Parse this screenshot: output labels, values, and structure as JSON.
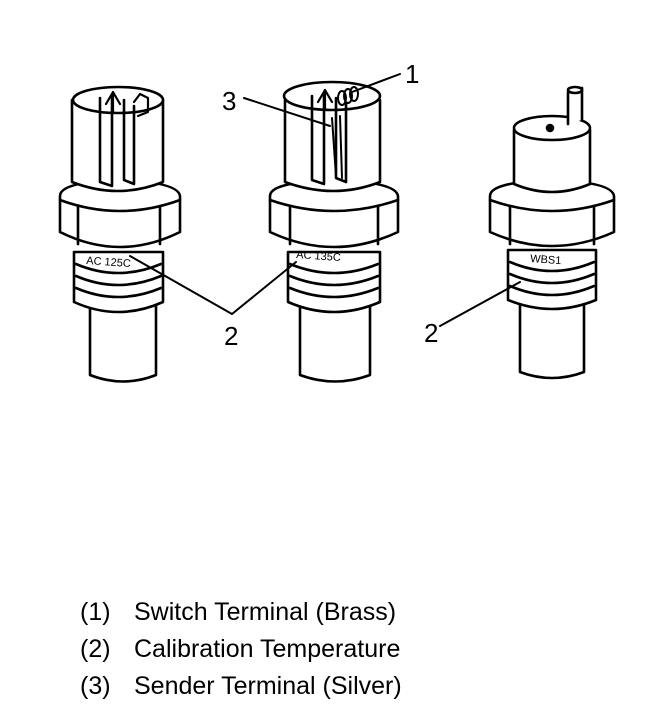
{
  "callouts": {
    "one": "1",
    "two_left": "2",
    "two_right": "2",
    "three": "3"
  },
  "stamps": {
    "left": "AC 125C",
    "middle": "AC 135C",
    "right": "WBS1"
  },
  "legend": [
    {
      "num": "(1)",
      "text": "Switch Terminal (Brass)"
    },
    {
      "num": "(2)",
      "text": "Calibration Temperature"
    },
    {
      "num": "(3)",
      "text": "Sender Terminal (Silver)"
    }
  ]
}
